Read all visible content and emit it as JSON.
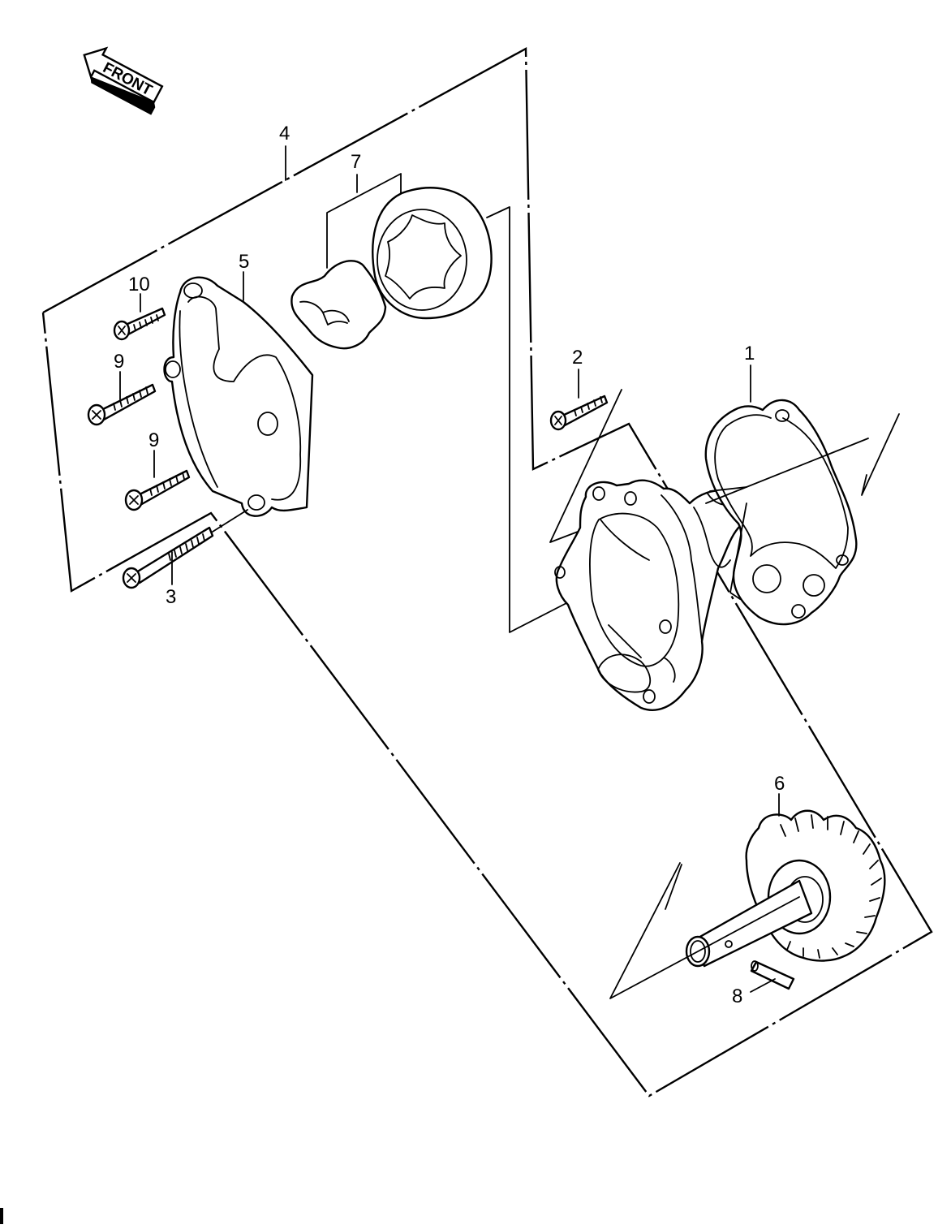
{
  "orientation_indicator": {
    "label": "FRONT",
    "icon": "front-arrow-icon"
  },
  "callouts": [
    {
      "number": "1",
      "part": "gasket"
    },
    {
      "number": "2",
      "part": "screw"
    },
    {
      "number": "3",
      "part": "screw"
    },
    {
      "number": "4",
      "part": "cover-assembly"
    },
    {
      "number": "5",
      "part": "cover"
    },
    {
      "number": "6",
      "part": "gear-shaft"
    },
    {
      "number": "7",
      "part": "rotor-set"
    },
    {
      "number": "8",
      "part": "pin"
    },
    {
      "number": "9",
      "part": "screw"
    },
    {
      "number": "9",
      "part": "screw"
    },
    {
      "number": "10",
      "part": "screw"
    }
  ],
  "colors": {
    "line": "#000000",
    "background": "#ffffff"
  }
}
